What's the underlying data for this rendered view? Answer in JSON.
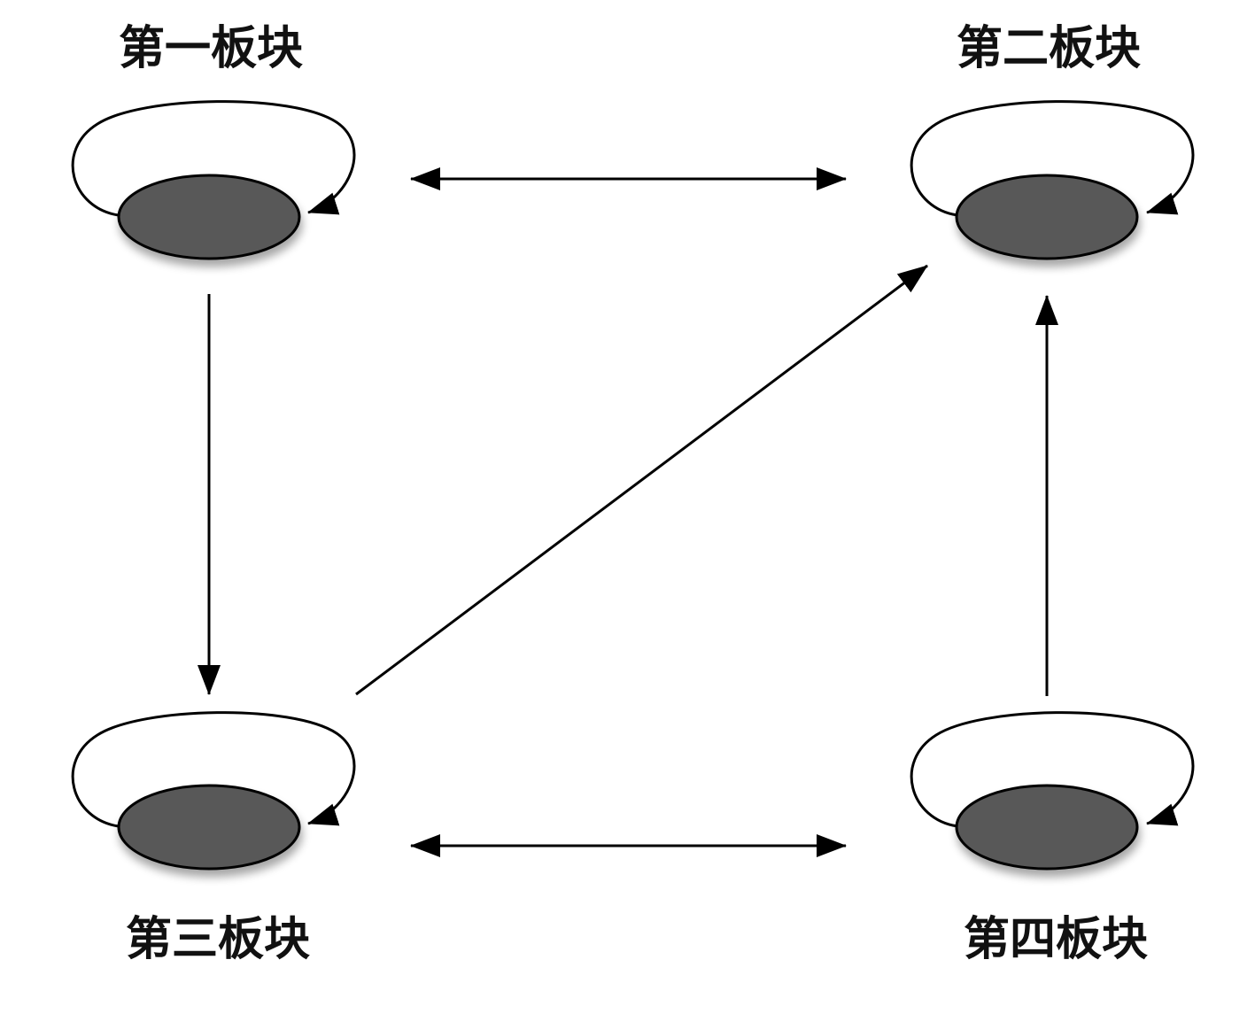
{
  "colors": {
    "disc_fill": "#595959",
    "stroke": "#000000",
    "label": "#111111",
    "shadow": "#c8c8c8"
  },
  "nodes": {
    "block1": {
      "label": "第一板块"
    },
    "block2": {
      "label": "第二板块"
    },
    "block3": {
      "label": "第三板块"
    },
    "block4": {
      "label": "第四板块"
    }
  },
  "edges": [
    {
      "from": "block1",
      "to": "block2",
      "direction": "bidirectional"
    },
    {
      "from": "block1",
      "to": "block3",
      "direction": "forward"
    },
    {
      "from": "block3",
      "to": "block2",
      "direction": "forward"
    },
    {
      "from": "block4",
      "to": "block2",
      "direction": "forward"
    },
    {
      "from": "block3",
      "to": "block4",
      "direction": "bidirectional"
    },
    {
      "from": "block1",
      "to": "block1",
      "direction": "self-loop"
    },
    {
      "from": "block2",
      "to": "block2",
      "direction": "self-loop"
    },
    {
      "from": "block3",
      "to": "block3",
      "direction": "self-loop"
    },
    {
      "from": "block4",
      "to": "block4",
      "direction": "self-loop"
    }
  ]
}
